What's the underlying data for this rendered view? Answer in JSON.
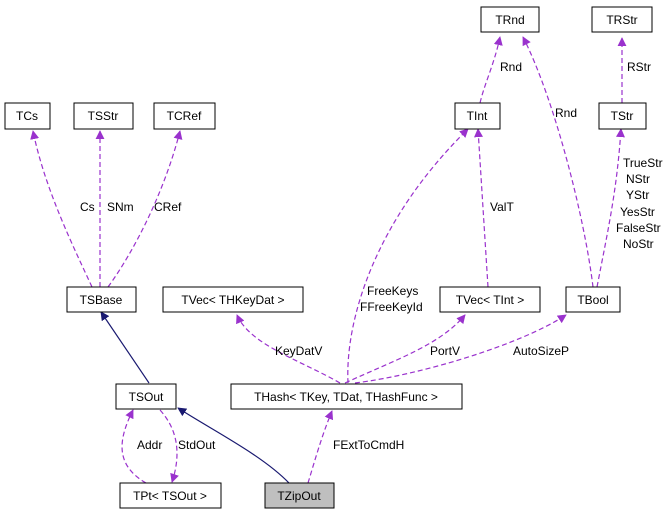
{
  "diagram": {
    "nodes": {
      "trnd": "TRnd",
      "trstr": "TRStr",
      "tcs": "TCs",
      "tsstr": "TSStr",
      "tcref": "TCRef",
      "tint": "TInt",
      "tstr": "TStr",
      "tsbase": "TSBase",
      "tvec_hkd": "TVec< THKeyDat >",
      "tvec_tint": "TVec< TInt >",
      "tbool": "TBool",
      "tsout": "TSOut",
      "thash": "THash< TKey, TDat, THashFunc >",
      "tpt": "TPt< TSOut >",
      "tzipout": "TZipOut"
    },
    "edge_labels": {
      "rnd_trnd_tint": "Rnd",
      "rnd_trnd_tbool": "Rnd",
      "rstr": "RStr",
      "cs": "Cs",
      "snm": "SNm",
      "cref": "CRef",
      "valt": "ValT",
      "bool_lines": [
        "TrueStr",
        "NStr",
        "YStr",
        "YesStr",
        "FalseStr",
        "NoStr"
      ],
      "freekeys_lines": [
        "FreeKeys",
        "FFreeKeyId"
      ],
      "keydatv": "KeyDatV",
      "portv": "PortV",
      "autosizep": "AutoSizeP",
      "addr": "Addr",
      "stdout": "StdOut",
      "fexttocmdh": "FExtToCmdH"
    },
    "colors": {
      "inheritance_edge": "#191970",
      "usage_edge": "#9a32cd",
      "highlight_node": "#bfbfbf"
    }
  }
}
